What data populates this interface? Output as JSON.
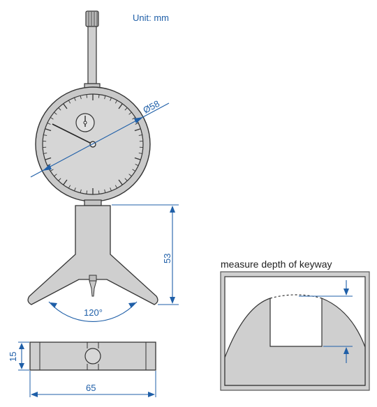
{
  "unit_label": "Unit: mm",
  "dimensions": {
    "dial_diameter": "Ø58",
    "height": "53",
    "angle": "120°",
    "base_thickness": "15",
    "base_width": "65"
  },
  "keyway_caption": "measure depth of keyway",
  "colors": {
    "body_fill": "#cfcfcf",
    "outline": "#333333",
    "dimension": "#1f5fa8",
    "dial_face": "#d4d4d4"
  }
}
